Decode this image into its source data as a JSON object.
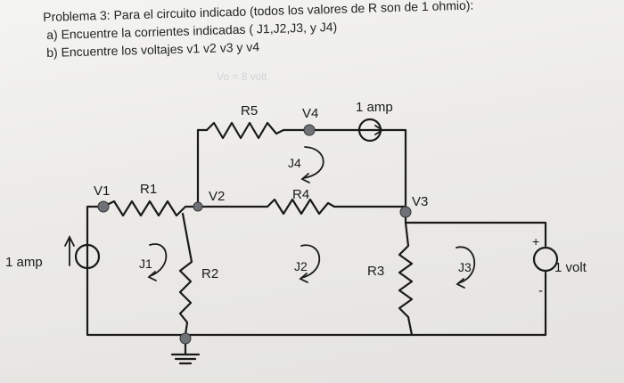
{
  "problem": {
    "title": "Problema 3: Para el circuito indicado (todos los valores de R son de 1 ohmio):",
    "part_a": "a)    Encuentre la corrientes indicadas ( J1,J2,J3, y J4)",
    "part_b": "b)    Encuentre los voltajes v1 v2  v3 y v4"
  },
  "circuit": {
    "ghost_note": "Vo = 8 volt",
    "resistors": {
      "r1": "R1",
      "r2": "R2",
      "r3": "R3",
      "r4": "R4",
      "r5": "R5"
    },
    "nodes": {
      "v1": "V1",
      "v2": "V2",
      "v3": "V3",
      "v4": "V4"
    },
    "loops": {
      "j1": "J1",
      "j2": "J2",
      "j3": "J3",
      "j4": "J4"
    },
    "sources": {
      "left_current": "1 amp",
      "top_current": "1 amp",
      "right_voltage": "1 volt",
      "plus": "+",
      "minus": "-"
    }
  }
}
